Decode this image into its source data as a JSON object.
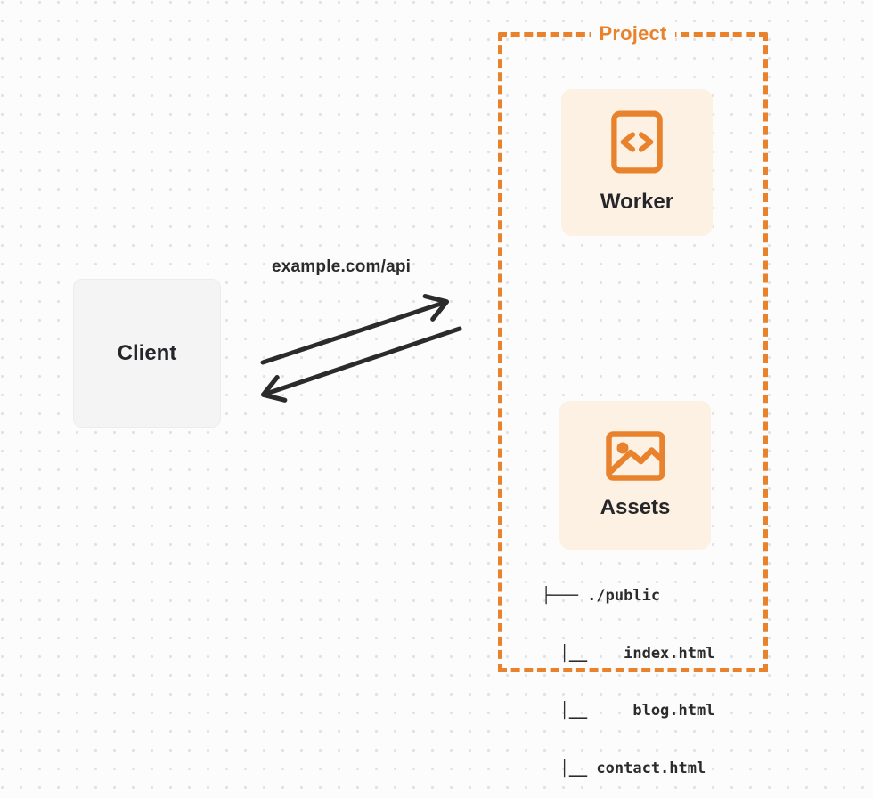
{
  "diagram": {
    "project": {
      "label": "Project"
    },
    "worker": {
      "label": "Worker",
      "icon": "code-file-icon"
    },
    "assets": {
      "label": "Assets",
      "icon": "image-icon"
    },
    "client": {
      "label": "Client"
    },
    "request_label": "example.com/api",
    "file_tree": {
      "lines": [
        "├─── ./public",
        "  │__    index.html",
        "  │__     blog.html",
        "  │__ contact.html"
      ]
    }
  },
  "colors": {
    "accent_orange": "#E9822D",
    "card_cream": "#FCF1E2",
    "client_gray": "#F4F4F5",
    "arrow_dark": "#2B2B2B",
    "text_dark": "#26262A",
    "page_bg": "#FCFCFC",
    "dot_grid": "#E2E2E4"
  }
}
